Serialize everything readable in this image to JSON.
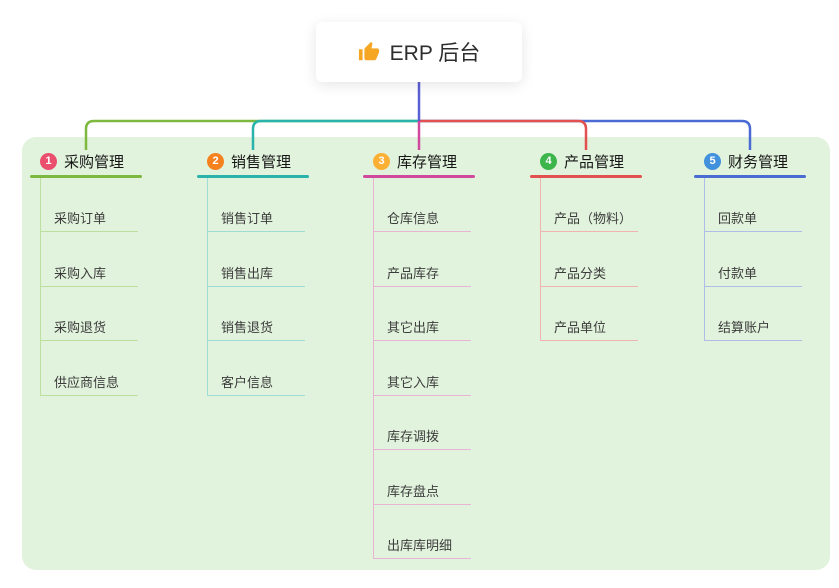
{
  "root": {
    "label": "ERP 后台",
    "icon": "thumbs-up",
    "icon_color": "#f5a623"
  },
  "stem_color": "#5b5fd4",
  "canvas_bg": "#e2f3dd",
  "branches": [
    {
      "number": "1",
      "label": "采购管理",
      "color": "#7cb93e",
      "light": "#bcdf9e",
      "badge": "#ea4f6d",
      "children": [
        "采购订单",
        "采购入库",
        "采购退货",
        "供应商信息"
      ]
    },
    {
      "number": "2",
      "label": "销售管理",
      "color": "#29b3aa",
      "light": "#9fdcd5",
      "badge": "#f5821f",
      "children": [
        "销售订单",
        "销售出库",
        "销售退货",
        "客户信息"
      ]
    },
    {
      "number": "3",
      "label": "库存管理",
      "color": "#d1499c",
      "light": "#eab3d3",
      "badge": "#fbb034",
      "children": [
        "仓库信息",
        "产品库存",
        "其它出库",
        "其它入库",
        "库存调拨",
        "库存盘点",
        "出库库明细"
      ]
    },
    {
      "number": "4",
      "label": "产品管理",
      "color": "#e25050",
      "light": "#f0b3b0",
      "badge": "#3cb54a",
      "children": [
        "产品（物料）",
        "产品分类",
        "产品单位"
      ]
    },
    {
      "number": "5",
      "label": "财务管理",
      "color": "#4a6bd3",
      "light": "#b0bde8",
      "badge": "#4191dd",
      "children": [
        "回款单",
        "付款单",
        "结算账户"
      ]
    }
  ]
}
